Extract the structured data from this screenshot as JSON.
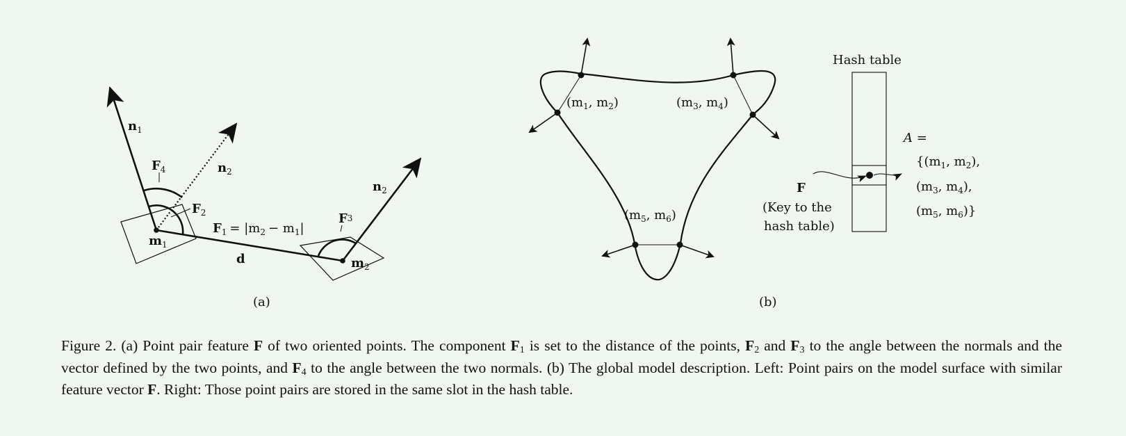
{
  "panel_a": {
    "label_n1": "n",
    "label_n1_sub": "1",
    "label_n2_dotted": "n",
    "label_n2_dotted_sub": "2",
    "label_n2": "n",
    "label_n2_sub": "2",
    "label_F4": "F",
    "label_F4_sub": "4",
    "label_F2": "F",
    "label_F2_sub": "2",
    "label_F3": "F",
    "label_F3_sub": "3",
    "label_F1": "F",
    "label_F1_sub": "1",
    "label_F1_eq": "= |m",
    "label_F1_m2_sub": "2",
    "label_F1_minus": "− m",
    "label_F1_m1_sub": "1",
    "label_F1_bar": "|",
    "label_m1": "m",
    "label_m1_sub": "1",
    "label_m2": "m",
    "label_m2_sub": "2",
    "label_d": "d",
    "caption": "(a)"
  },
  "panel_b": {
    "pair_12": {
      "open": "(m",
      "s1": "1",
      "mid": ", m",
      "s2": "2",
      "close": ")"
    },
    "pair_34": {
      "open": "(m",
      "s1": "3",
      "mid": ", m",
      "s2": "4",
      "close": ")"
    },
    "pair_56": {
      "open": "(m",
      "s1": "5",
      "mid": ", m",
      "s2": "6",
      "close": ")"
    },
    "hash_title": "Hash table",
    "key_label": "F",
    "key_note_1": "(Key to the",
    "key_note_2": "hash table)",
    "set_label": "A =",
    "set_line1": {
      "open": "{(m",
      "s1": "1",
      "mid": ", m",
      "s2": "2",
      "close": "),"
    },
    "set_line2": {
      "open": "(m",
      "s1": "3",
      "mid": ", m",
      "s2": "4",
      "close": "),"
    },
    "set_line3": {
      "open": "(m",
      "s1": "5",
      "mid": ", m",
      "s2": "6",
      "close": ")}"
    },
    "caption": "(b)"
  },
  "caption": {
    "t1": "Figure 2. (a) Point pair feature ",
    "b1": "F",
    "t2": " of two oriented points.  The component ",
    "b2": "F",
    "s2": "1",
    "t3": " is set to the distance of the points, ",
    "b3": "F",
    "s3": "2",
    "t4": " and ",
    "b4": "F",
    "s4": "3",
    "t5": " to the angle between the normals and the vector defined by the two points, and ",
    "b5": "F",
    "s5": "4",
    "t6": " to the angle between the two normals.  (b) The global model description. Left: Point pairs on the model surface with similar feature vector ",
    "b6": "F",
    "t7": ". Right: Those point pairs are stored in the same slot in the hash table."
  }
}
